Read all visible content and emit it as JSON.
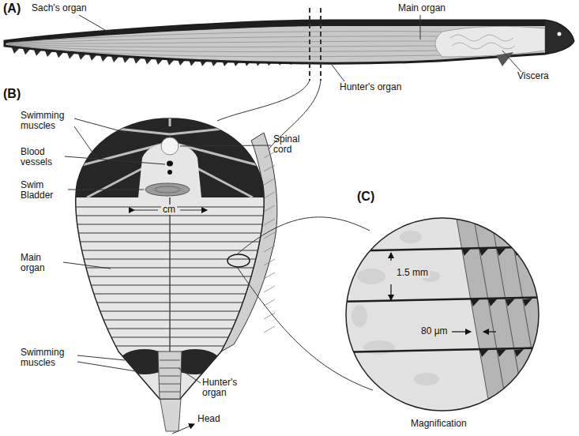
{
  "diagram": {
    "labels": [
      "(A)",
      "Sach's organ",
      "Main organ",
      "Viscera",
      "Hunter's organ",
      "(B)",
      "Swimming muscles",
      "Blood vessels",
      "Spinal cord",
      "cm",
      "Swim Bladder",
      "Main organ",
      "Swimming muscles",
      "Hunter's organ",
      "Head",
      "(C)",
      "1.5 mm",
      "80 μm",
      "Magnification"
    ]
  }
}
